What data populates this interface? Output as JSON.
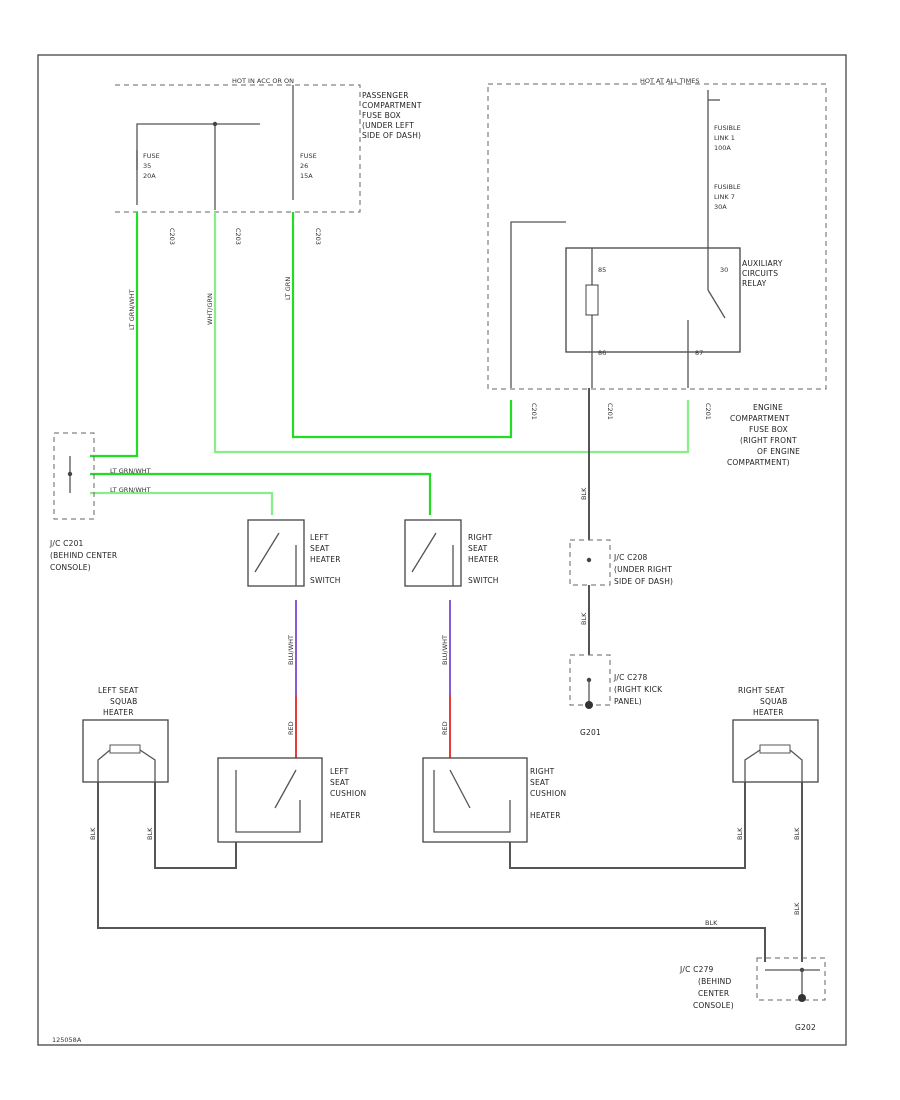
{
  "diagram": {
    "hot_left": "HOT IN ACC OR ON",
    "hot_right": "HOT AT ALL TIMES",
    "fuse_box_passenger": [
      "PASSENGER",
      "COMPARTMENT",
      "FUSE BOX",
      "(UNDER LEFT",
      "SIDE OF DASH)"
    ],
    "fuse_a": [
      "FUSE",
      "35",
      "20A"
    ],
    "fuse_b": [
      "FUSE",
      "26",
      "15A"
    ],
    "conn_left": [
      "C203",
      "C203",
      "C203"
    ],
    "fusible_1": [
      "FUSIBLE",
      "LINK 1",
      "100A"
    ],
    "fusible_2": [
      "FUSIBLE",
      "LINK 7",
      "30A"
    ],
    "relay_label": [
      "AUXILIARY",
      "CIRCUITS",
      "RELAY"
    ],
    "relay_pins": [
      "85",
      "30",
      "86",
      "87"
    ],
    "conn_right": [
      "C201",
      "C201",
      "C201"
    ],
    "engine_fuse_box": [
      "ENGINE",
      "COMPARTMENT",
      "FUSE BOX",
      "(RIGHT FRONT",
      "OF ENGINE",
      "COMPARTMENT)"
    ],
    "wire_colors_top": [
      "LT GRN/WHT",
      "WHT/GRN",
      "LT GRN"
    ],
    "jc201": [
      "J/C C201",
      "(BEHIND CENTER",
      "CONSOLE)"
    ],
    "jc201_wires": [
      "LT GRN/WHT",
      "LT GRN/WHT"
    ],
    "left_switch": [
      "LEFT",
      "SEAT",
      "HEATER",
      "SWITCH"
    ],
    "right_switch": [
      "RIGHT",
      "SEAT",
      "HEATER",
      "SWITCH"
    ],
    "jc208": [
      "J/C C208",
      "(UNDER RIGHT",
      "SIDE OF DASH)"
    ],
    "jc278": [
      "J/C C278",
      "(RIGHT KICK",
      "PANEL)"
    ],
    "ground_g201": "G201",
    "wire_blk": [
      "BLK",
      "BLK",
      "BLK",
      "BLK",
      "BLK",
      "BLK",
      "BLK",
      "BLK"
    ],
    "wire_purple": [
      "BLU/WHT",
      "BLU/WHT"
    ],
    "wire_red": [
      "RED",
      "RED"
    ],
    "left_square": [
      "LEFT SEAT",
      "SQUAB",
      "HEATER"
    ],
    "right_square": [
      "RIGHT SEAT",
      "SQUAB",
      "HEATER"
    ],
    "left_cushion": [
      "LEFT",
      "SEAT",
      "CUSHION",
      "HEATER"
    ],
    "right_cushion": [
      "RIGHT",
      "SEAT",
      "CUSHION",
      "HEATER"
    ],
    "jc279": [
      "J/C C279",
      "(BEHIND",
      "CENTER",
      "CONSOLE)"
    ],
    "ground_g202": "G202",
    "footer_code": "125058A"
  },
  "colors": {
    "wire_green": "#22dd22",
    "wire_light_green": "#88ee88",
    "wire_black": "#555555",
    "wire_purple": "#8a5ad6",
    "wire_red": "#e53b3b"
  }
}
